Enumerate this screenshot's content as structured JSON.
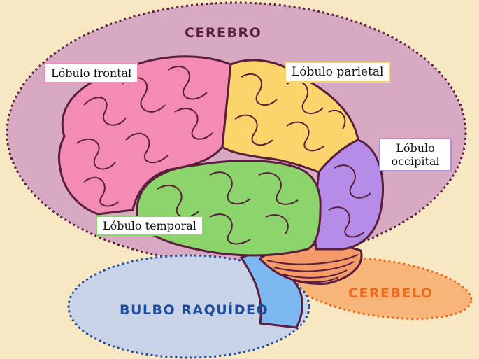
{
  "regions": {
    "cerebro": {
      "title": "CEREBRO",
      "color": "#5a1f3c"
    },
    "cerebelo": {
      "title": "CEREBELO",
      "color": "#ee6a1e"
    },
    "bulbo": {
      "title": "BULBO RAQUÍDEO",
      "color": "#1f4d9e"
    }
  },
  "lobes": {
    "frontal": {
      "label": "Lóbulo frontal",
      "color": "#f48bb3"
    },
    "parietal": {
      "label": "Lóbulo parietal",
      "color": "#f9d56b"
    },
    "occipital": {
      "line1": "Lóbulo",
      "line2": "occipital",
      "color": "#b58de8"
    },
    "temporal": {
      "label": "Lóbulo temporal",
      "color": "#8cd46c"
    }
  },
  "colors": {
    "background": "#f7e8c3",
    "cerebro_ellipse": "#d7a9c3",
    "cerebelo_ellipse": "#f7b57a",
    "bulbo_ellipse": "#c8d3e8",
    "outline": "#5a1f3c",
    "brainstem": "#7db8f0",
    "cerebellum": "#f59b6a"
  }
}
